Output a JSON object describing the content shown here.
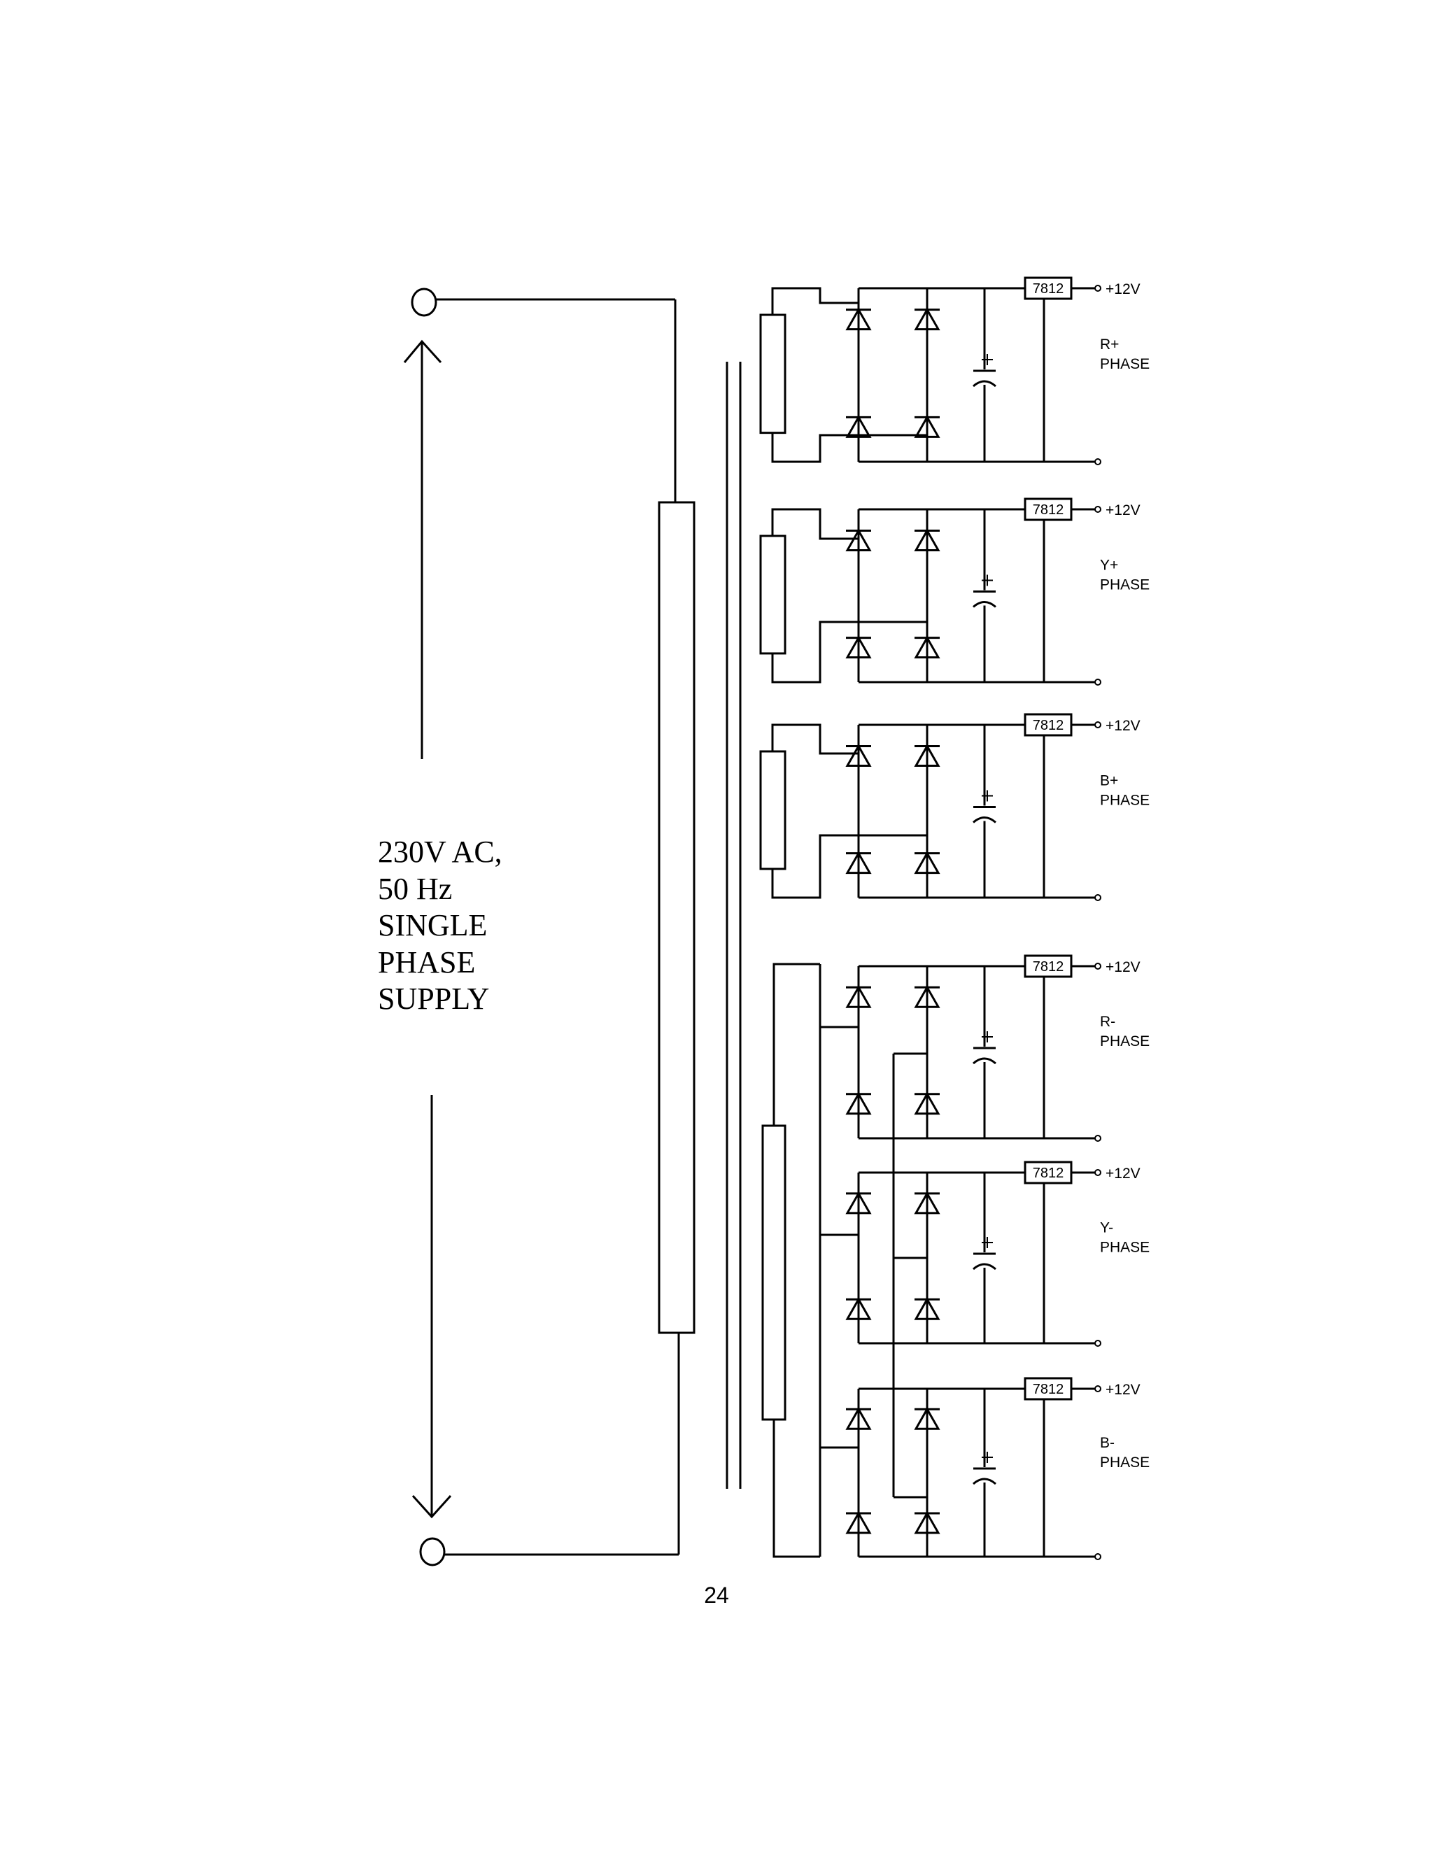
{
  "supply": {
    "lines": [
      "230V AC,",
      "50 Hz",
      "SINGLE",
      "PHASE",
      "SUPPLY"
    ]
  },
  "regulator_label": "7812",
  "output_voltage": "+12V",
  "phases": [
    {
      "line1": "R+",
      "line2": "PHASE"
    },
    {
      "line1": "Y+",
      "line2": "PHASE"
    },
    {
      "line1": "B+",
      "line2": "PHASE"
    },
    {
      "line1": "R-",
      "line2": "PHASE"
    },
    {
      "line1": "Y-",
      "line2": "PHASE"
    },
    {
      "line1": "B-",
      "line2": "PHASE"
    }
  ],
  "page_number": "24"
}
